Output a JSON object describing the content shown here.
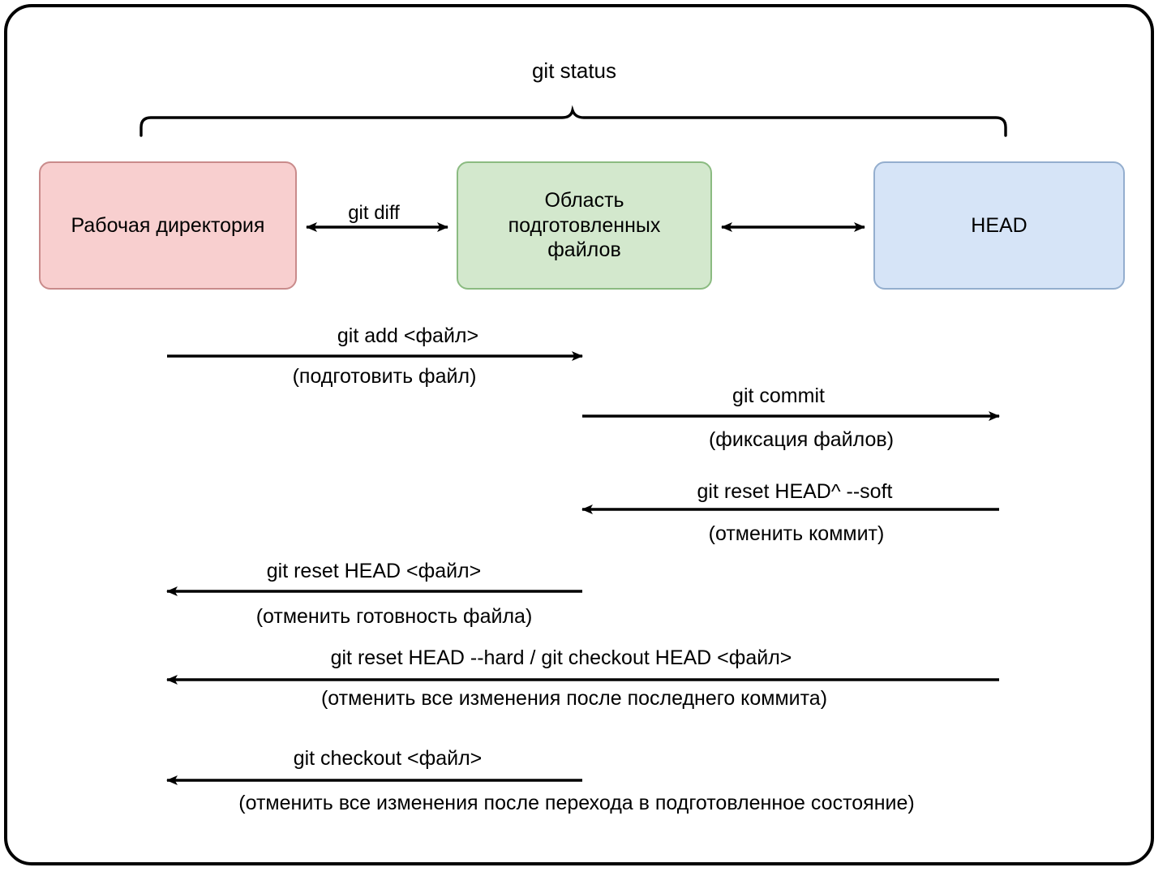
{
  "diagram": {
    "title_brace": "git status",
    "nodes": [
      {
        "id": "working",
        "label": "Рабочая директория"
      },
      {
        "id": "staging",
        "label": "Область\nподготовленных\nфайлов"
      },
      {
        "id": "head",
        "label": "HEAD"
      }
    ],
    "node_labels": {
      "working": "Рабочая директория",
      "staging_line1": "Область",
      "staging_line2": "подготовленных",
      "staging_line3": "файлов",
      "head": "HEAD"
    },
    "inline_arrow_label": "git diff",
    "rows": [
      {
        "command": "git add <файл>",
        "description": "(подготовить файл)",
        "direction": "right"
      },
      {
        "command": "git commit",
        "description": "(фиксация файлов)",
        "direction": "right"
      },
      {
        "command": "git reset HEAD^ --soft",
        "description": "(отменить коммит)",
        "direction": "left"
      },
      {
        "command": "git reset HEAD <файл>",
        "description": "(отменить готовность файла)",
        "direction": "left"
      },
      {
        "command": "git reset HEAD --hard / git checkout HEAD <файл>",
        "description": "(отменить все изменения после последнего коммита)",
        "direction": "left"
      },
      {
        "command": "git checkout <файл>",
        "description": "(отменить все изменения после перехода в подготовленное состояние)",
        "direction": "left"
      }
    ],
    "colors": {
      "working_fill": "#f8cfcf",
      "working_stroke": "#c98b8b",
      "staging_fill": "#d3e8cd",
      "staging_stroke": "#8bbb81",
      "head_fill": "#d6e4f7",
      "head_stroke": "#94aece",
      "line": "#000000",
      "background": "#ffffff"
    }
  }
}
